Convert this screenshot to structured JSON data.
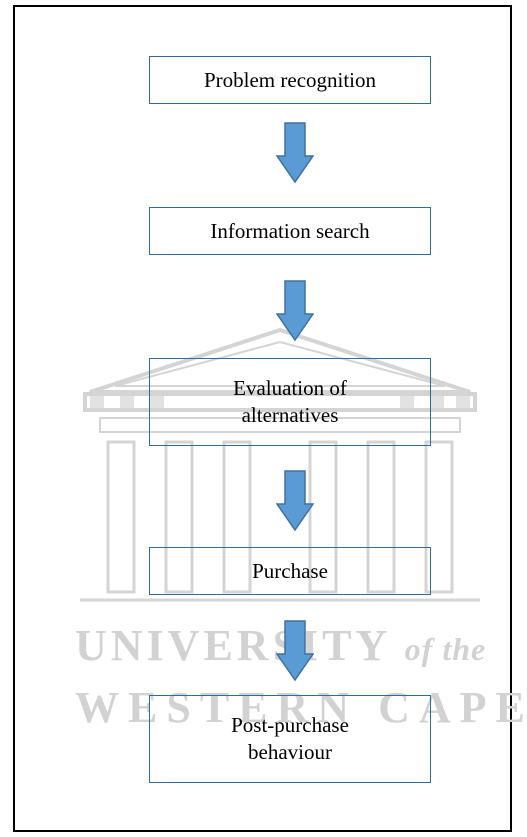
{
  "diagram": {
    "steps": [
      {
        "label": "Problem recognition"
      },
      {
        "label": "Information search"
      },
      {
        "label": "Evaluation of alternatives"
      },
      {
        "label": "Purchase"
      },
      {
        "label": "Post-purchase behaviour"
      }
    ],
    "arrow_color": "#5b9bd5",
    "box_border_color": "#2e6b9e"
  },
  "watermark": {
    "line1": "UNIVERSITY",
    "line1_suffix": "of the",
    "line2": "WESTERN CAPE",
    "color": "#d2d2d2"
  }
}
